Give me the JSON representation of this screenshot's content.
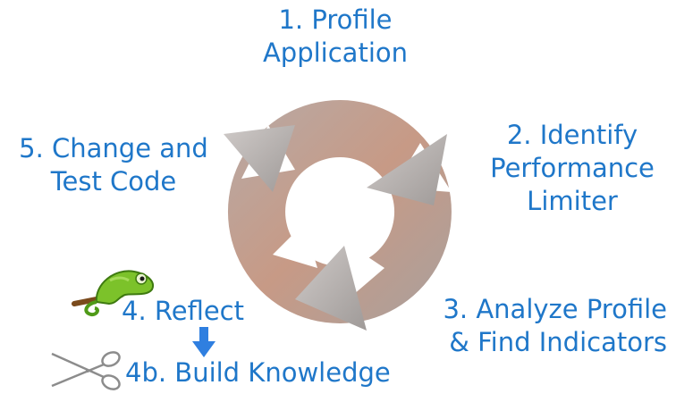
{
  "steps": {
    "step1": {
      "line1": "1. Profile",
      "line2": "Application"
    },
    "step2": {
      "line1": "2. Identify",
      "line2": "Performance",
      "line3": "Limiter"
    },
    "step3": {
      "line1": "3. Analyze Profile",
      "line2": "& Find Indicators"
    },
    "step4": {
      "label": "4. Reflect"
    },
    "step4b": {
      "label": "4b. Build Knowledge"
    },
    "step5": {
      "line1": "5. Change and",
      "line2": "Test Code"
    }
  },
  "icons": {
    "reflect": "chameleon-icon",
    "build": "scissors-icon",
    "flow": "arrow-down-icon"
  },
  "colors": {
    "text": "#1f77c9",
    "arrow_down": "#2f7fe0",
    "cycle_warm": "#c49a8a",
    "cycle_gray": "#a9a5a3"
  }
}
